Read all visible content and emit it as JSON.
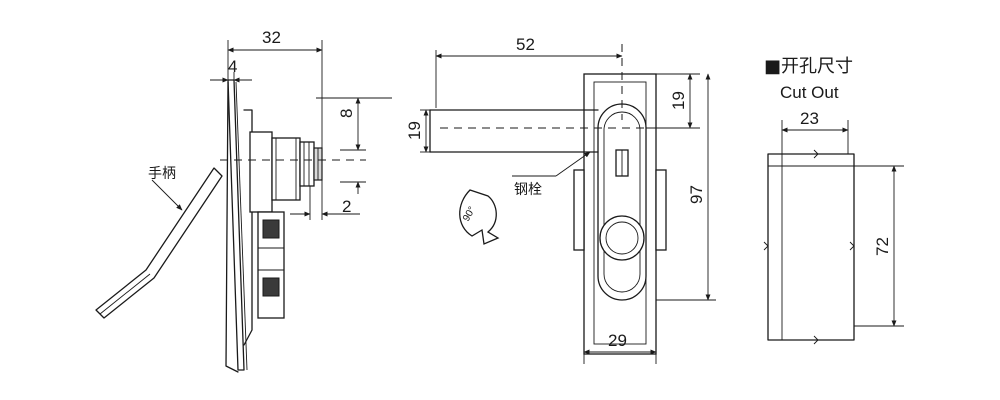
{
  "side_view": {
    "dim_width": "32",
    "dim_flange": "4",
    "dim_offset": "8",
    "dim_shaft": "2",
    "label_handle": "手柄"
  },
  "front_view": {
    "dim_arm_length": "52",
    "dim_arm_height": "19",
    "dim_top": "19",
    "dim_height": "97",
    "dim_width": "29",
    "label_bolt": "钢栓",
    "rotation_angle": "90°"
  },
  "cutout": {
    "title_cn": "■开孔尺寸",
    "title_en": "Cut Out",
    "dim_width": "23",
    "dim_height": "72"
  }
}
